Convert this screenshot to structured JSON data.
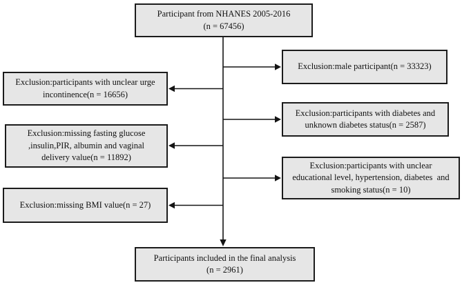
{
  "figure": {
    "background_color": "#ffffff",
    "box_fill_color": "#e6e6e6",
    "box_border_color": "#1b1b1b",
    "arrow_color": "#141414",
    "text_color": "#111111"
  },
  "nodes": {
    "start": {
      "text": "Participant from NHANES 2005-2016\n(n = 67456)",
      "n": 67456
    },
    "excl_male": {
      "text": "Exclusion:male participant(n = 33323)",
      "n": 33323
    },
    "excl_urge": {
      "text": "Exclusion:participants with unclear urge\nincontinence(n = 16656)",
      "n": 16656
    },
    "excl_diabetes": {
      "text": "Exclusion:participants with diabetes and\nunknown diabetes status(n = 2587)",
      "n": 2587
    },
    "excl_labs": {
      "text": "Exclusion:missing fasting glucose\n,insulin,PIR, albumin and vaginal\ndelivery value(n = 11892)",
      "n": 11892
    },
    "excl_edu": {
      "text": "Exclusion:participants with unclear\neducational level, hypertension, diabetes  and\nsmoking status(n = 10)",
      "n": 10
    },
    "excl_bmi": {
      "text": "Exclusion:missing BMI value(n = 27)",
      "n": 27
    },
    "final": {
      "text": "Participants included in the final analysis\n(n = 2961)",
      "n": 2961
    }
  }
}
